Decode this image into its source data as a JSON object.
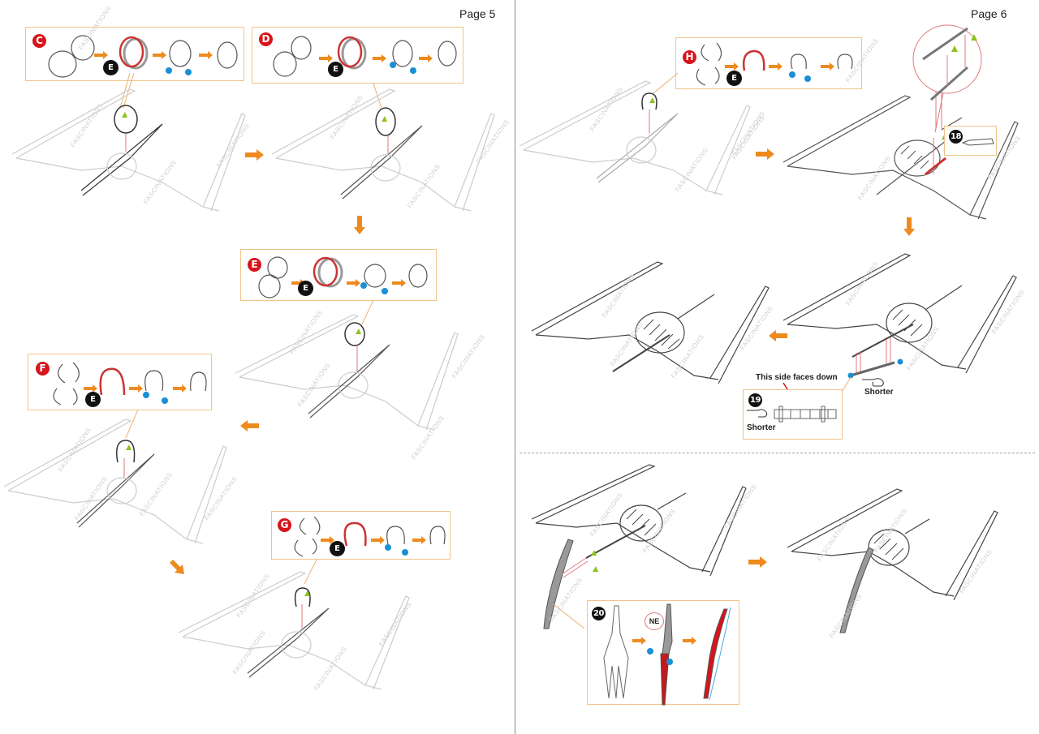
{
  "pages": [
    {
      "number_label": "Page 5",
      "steps": [
        {
          "letter": "C",
          "part_badge": "E"
        },
        {
          "letter": "D",
          "part_badge": "E"
        },
        {
          "letter": "E",
          "part_badge": "E"
        },
        {
          "letter": "F",
          "part_badge": "E"
        },
        {
          "letter": "G",
          "part_badge": "E"
        }
      ]
    },
    {
      "number_label": "Page 6",
      "steps": [
        {
          "letter": "H",
          "part_badge": "E"
        }
      ],
      "part_callouts": [
        {
          "number": "18"
        },
        {
          "number": "19",
          "annotation": "This side faces down",
          "hint_left": "Shorter",
          "hint_right": "Shorter"
        },
        {
          "number": "20",
          "marker": "NE"
        }
      ]
    }
  ],
  "watermark": "FASCINATIONS",
  "colors": {
    "step_badge": "#d7141b",
    "part_badge": "#111111",
    "arrow": "#ee8a1e",
    "callout_border": "#f0c48a",
    "guide_line": "#e07a7a",
    "align_triangle": "#8dc21f",
    "pin_dot": "#1a8fd6"
  },
  "arrows": {
    "right": "right-arrow",
    "down": "down-arrow",
    "left": "left-arrow",
    "diag": "down-right-arrow"
  }
}
